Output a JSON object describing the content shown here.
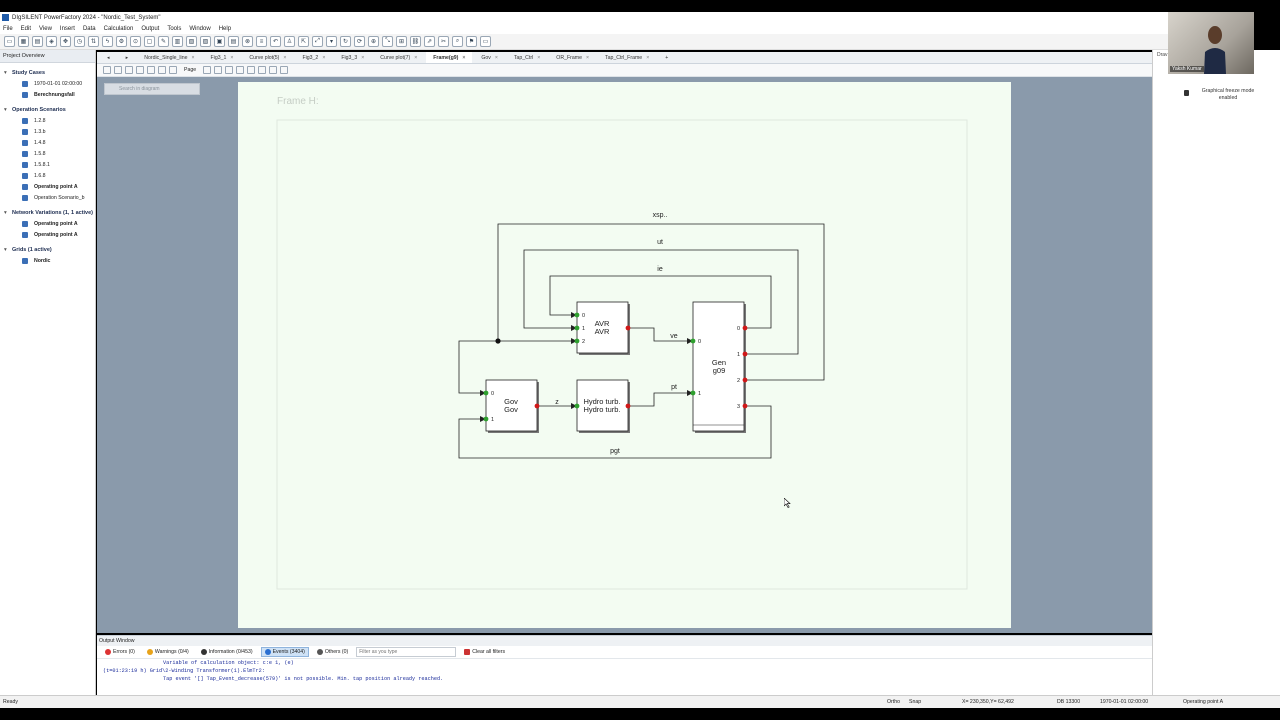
{
  "window": {
    "title": "DIgSILENT PowerFactory 2024 - \"Nordic_Test_System\""
  },
  "menu": [
    "File",
    "Edit",
    "View",
    "Insert",
    "Data",
    "Calculation",
    "Output",
    "Tools",
    "Window",
    "Help"
  ],
  "sidebar": {
    "header": "Project Overview",
    "study_cases": {
      "title": "Study Cases",
      "items": [
        "1970-01-01 02:00:00",
        "Berechnungsfall"
      ]
    },
    "operation_scenarios": {
      "title": "Operation Scenarios",
      "items": [
        "1.2.8",
        "1.3.b",
        "1.4.8",
        "1.5.8",
        "1.5.8.1",
        "1.6.8",
        "Operating point A",
        "Operation Scenario_b"
      ]
    },
    "network_variations": {
      "title": "Network Variations (1, 1 active)",
      "items": [
        "Operating point A",
        "Operating point A"
      ]
    },
    "grids": {
      "title": "Grids (1 active)",
      "items": [
        "Nordic"
      ]
    }
  },
  "tabs": [
    {
      "label": "Nordic_Single_line",
      "active": false
    },
    {
      "label": "Fig3_1",
      "active": false
    },
    {
      "label": "Curve plot(5)",
      "active": false
    },
    {
      "label": "Fig3_2",
      "active": false
    },
    {
      "label": "Fig3_3",
      "active": false
    },
    {
      "label": "Curve plot(7)",
      "active": false
    },
    {
      "label": "Frame(g9)",
      "active": true
    },
    {
      "label": "Gov",
      "active": false
    },
    {
      "label": "Tap_Ctrl",
      "active": false
    },
    {
      "label": "OR_Frame",
      "active": false
    },
    {
      "label": "Tap_Ctrl_Frame",
      "active": false
    }
  ],
  "view_toolbar": {
    "page_label": "Page"
  },
  "search": {
    "placeholder": "Search in diagram"
  },
  "diagram": {
    "frame_title": "Frame H:",
    "signals": {
      "xsp": "xsp..",
      "ut": "ut",
      "ie": "ie",
      "ve": "ve",
      "z": "z",
      "pt": "pt",
      "pgt": "pgt"
    },
    "blocks": {
      "avr": {
        "line1": "AVR",
        "line2": "AVR",
        "inputs": [
          "0",
          "1",
          "2"
        ]
      },
      "gen": {
        "line1": "Gen",
        "line2": "g09",
        "inputs": [
          "0",
          "1"
        ],
        "outputs": [
          "0",
          "1",
          "2",
          "3"
        ]
      },
      "gov": {
        "line1": "Gov",
        "line2": "Gov",
        "inputs": [
          "0",
          "1"
        ]
      },
      "hydro": {
        "line1": "Hydro turb.",
        "line2": "Hydro turb."
      }
    }
  },
  "right_panel": {
    "header": "Drav",
    "freeze_text": "Graphical freeze mode enabled"
  },
  "video": {
    "name": "Yaksh Kumar"
  },
  "output_window": {
    "title": "Output Window",
    "filters": [
      "Errors (0)",
      "Warnings (0/4)",
      "Information (0/453)",
      "Events (3404)",
      "Others (0)"
    ],
    "filter_placeholder": "Filter as you type",
    "clear_label": "Clear all filters",
    "lines": [
      "Variable of calculation object: c:e            1,            (e)",
      "(t=01:23:19 h) Grid\\2-Winding Transformer(1).ElmTr2:",
      "Tap event '[] Tap_Event_decrease(579)' is not possible. Min. tap position already reached."
    ]
  },
  "status": {
    "left": "Ready",
    "ortho": "Ortho",
    "snap": "Snap",
    "coords": "X= 230,350,Y= 62,492",
    "db": "DB 13300",
    "time": "1970-01-01 02:00:00",
    "op": "Operating point A"
  },
  "colors": {
    "accent": "#1e5aa8",
    "diagram_bg": "#f3fcf2",
    "canvas_bg": "#8a9aab",
    "port_in": "#2ea02e",
    "port_out": "#d01818"
  }
}
